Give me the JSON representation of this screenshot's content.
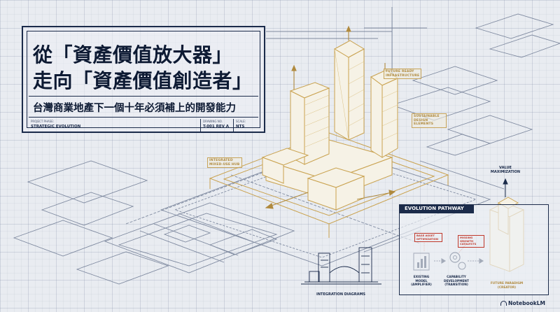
{
  "title": {
    "line1": "從「資產價值放大器」",
    "line2": "走向「資產價值創造者」",
    "subtitle": "台灣商業地產下一個十年必須補上的開發能力"
  },
  "title_block_meta": {
    "project_label": "PROJECT PHASE:",
    "project_value": "STRATEGIC EVOLUTION",
    "drawing_label": "DRAWING NO.",
    "drawing_value": "T-001 REV A",
    "scale_label": "SCALE:",
    "scale_value": "NTS"
  },
  "annotations": {
    "future_ready": "FUTURE READY INFRASTRUCTURE",
    "sustainable": "SUSTAINABLE DESIGN ELEMENTS",
    "integrated": "INTEGRATED MIXED-USE HUB"
  },
  "evolution": {
    "header": "EVOLUTION PATHWAY",
    "red_label_1": "BASE ASSET OPTIMIZATION",
    "red_label_2": "MISSING GROWTH CATALYSTS",
    "step1": "EXISTING MODEL (AMPLIFIER)",
    "step2": "CAPABILITY DEVELOPMENT (TRANSITION)",
    "step3": "FUTURE PARADIGM (CREATOR)",
    "value_max": "VALUE MAXIMIZATION"
  },
  "integration": "INTEGRATION DIAGRAMS",
  "logo": "NotebookLM",
  "colors": {
    "navy": "#1b2b4a",
    "gold": "#c9a24f",
    "red": "#c0392b",
    "background": "#e9ecf1"
  }
}
